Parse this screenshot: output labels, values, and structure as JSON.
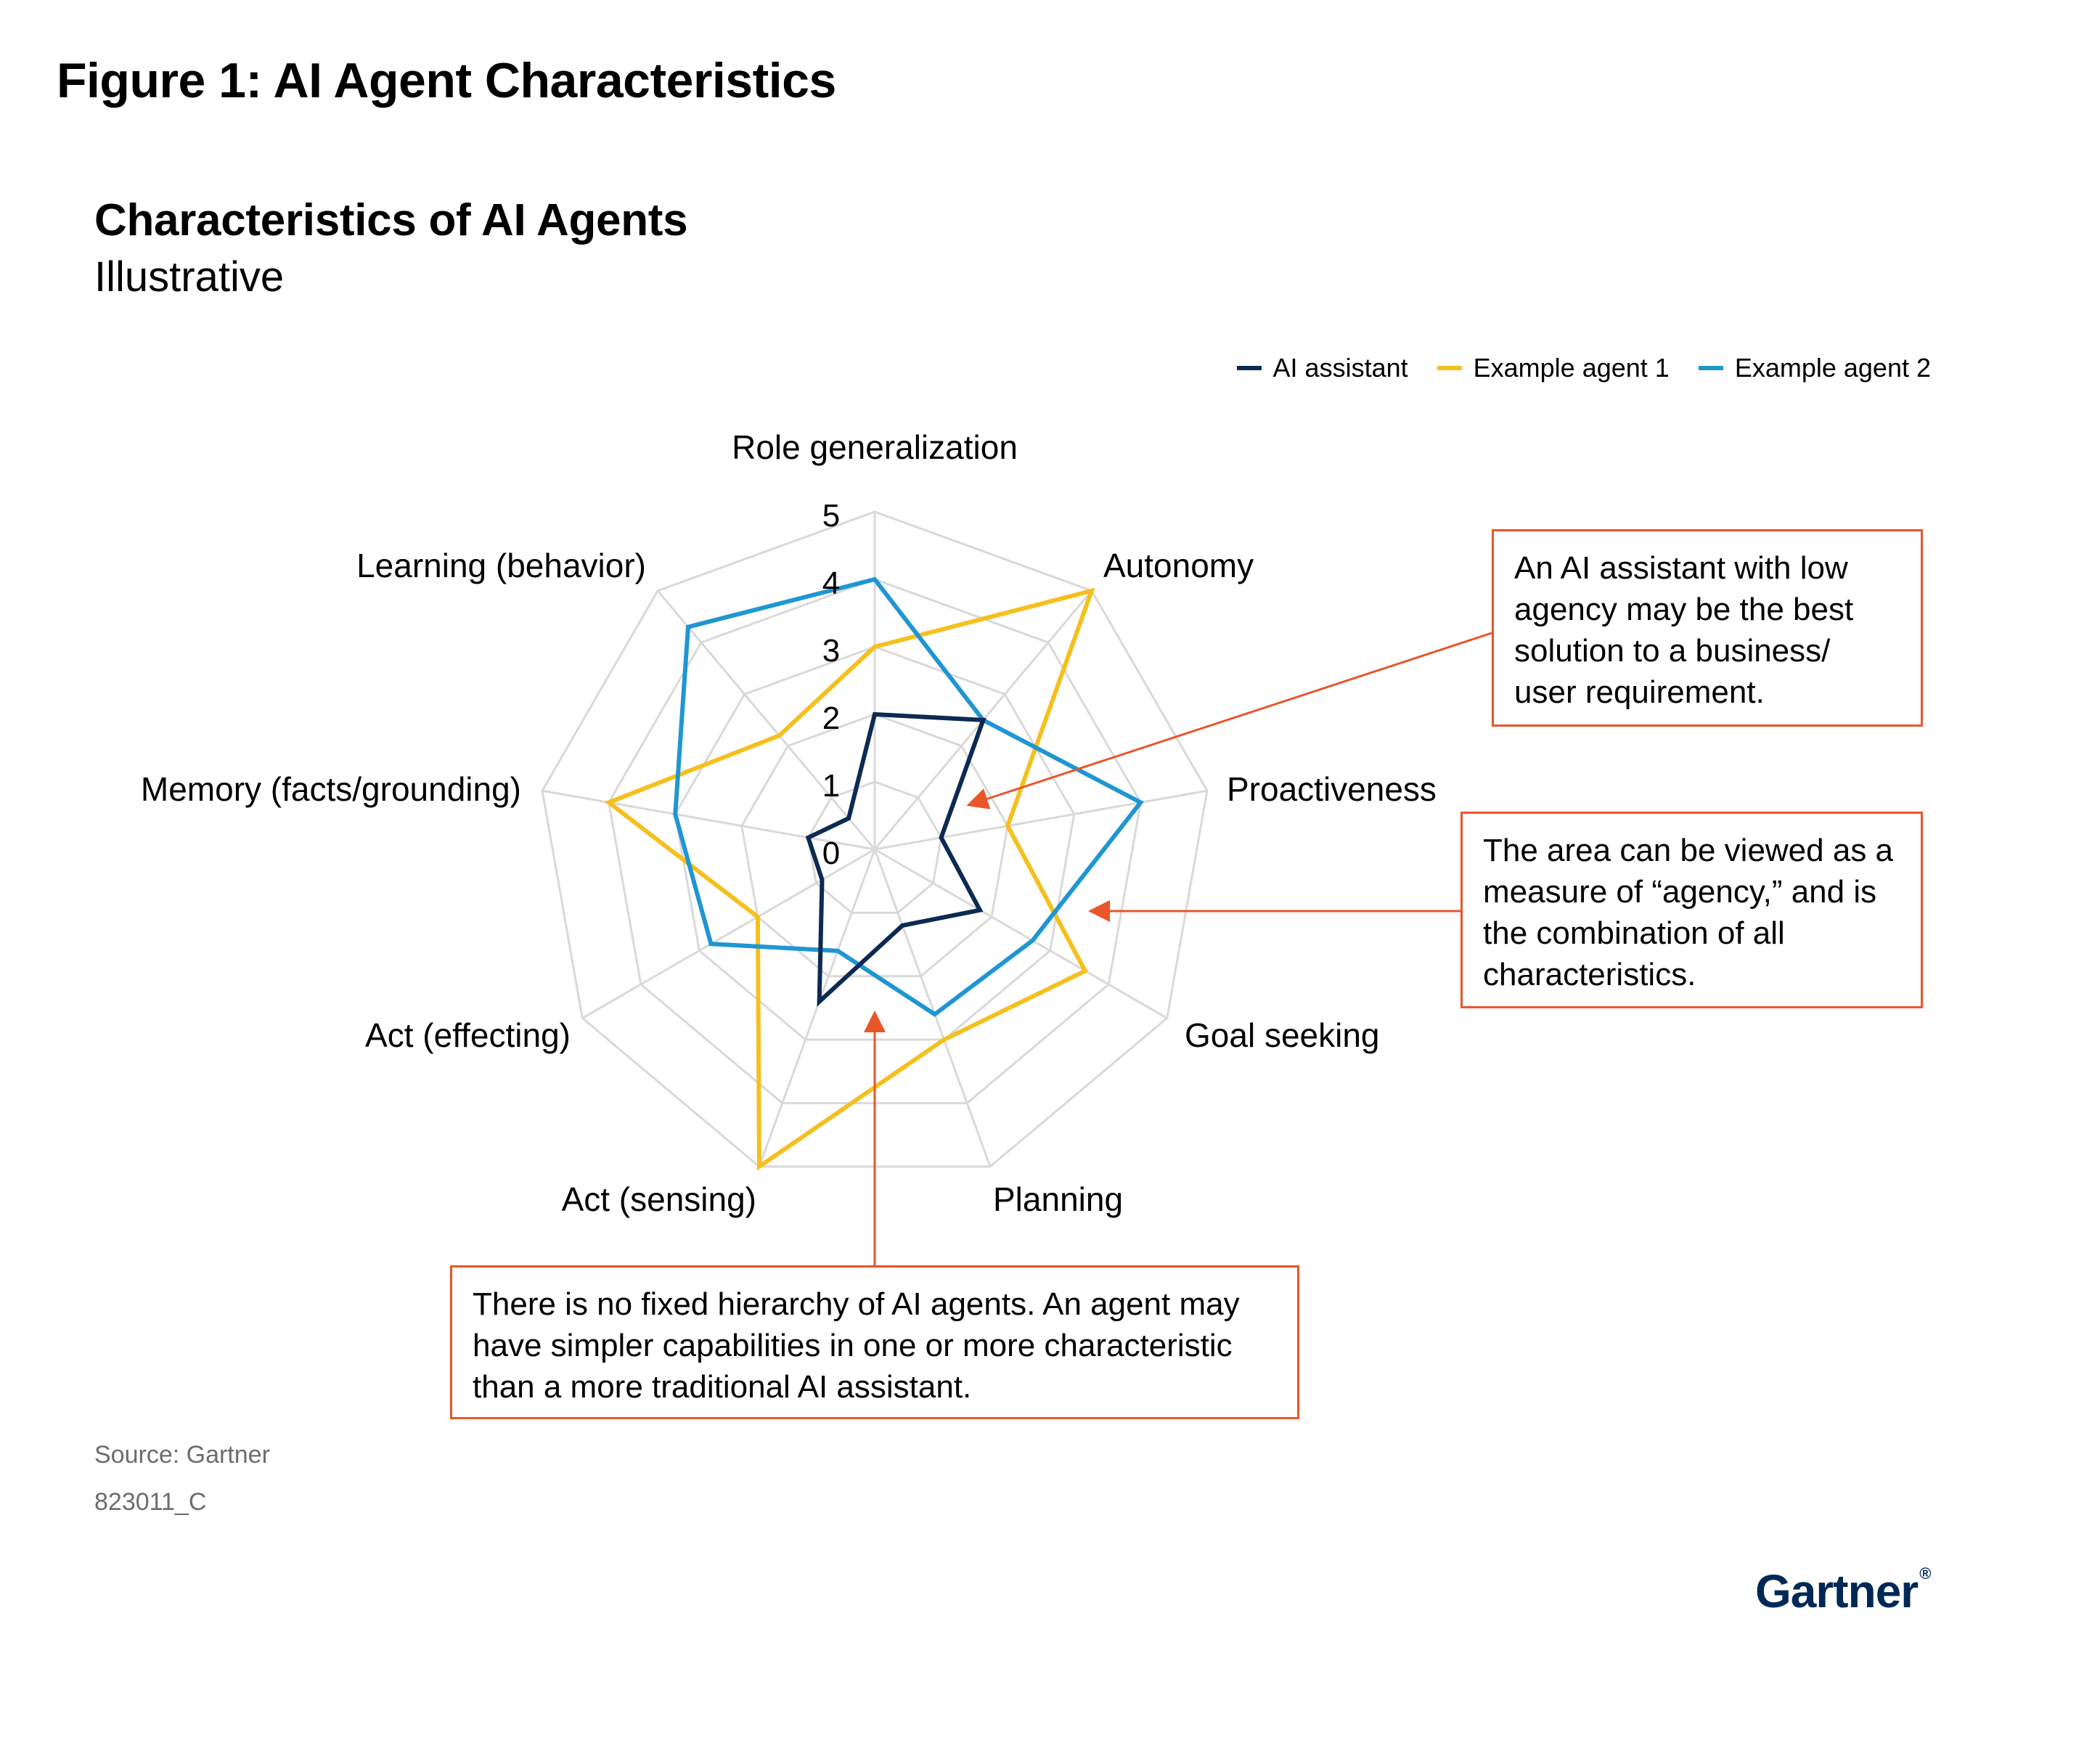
{
  "figure_title": "Figure 1: AI Agent Characteristics",
  "chart_data": {
    "type": "radar",
    "title": "Characteristics of AI Agents",
    "subtitle": "Illustrative",
    "axes": [
      "Role generalization",
      "Autonomy",
      "Proactiveness",
      "Goal seeking",
      "Planning",
      "Act (sensing)",
      "Act (effecting)",
      "Memory (facts/grounding)",
      "Learning (behavior)"
    ],
    "range": [
      0,
      5
    ],
    "ticks": [
      0,
      1,
      2,
      3,
      4,
      5
    ],
    "grid": true,
    "legend_position": "top-right",
    "series": [
      {
        "name": "AI assistant",
        "color": "#0c2a52",
        "values": [
          2.0,
          2.5,
          1.0,
          1.8,
          1.2,
          2.4,
          0.9,
          1.0,
          0.6
        ]
      },
      {
        "name": "Example agent 1",
        "color": "#f5c01e",
        "values": [
          3.0,
          5.0,
          2.0,
          3.6,
          3.0,
          5.0,
          2.0,
          4.0,
          2.2
        ]
      },
      {
        "name": "Example agent 2",
        "color": "#1f96d3",
        "values": [
          4.0,
          2.5,
          4.0,
          2.7,
          2.6,
          1.6,
          2.8,
          3.0,
          4.3
        ]
      }
    ]
  },
  "callouts": {
    "autonomy": "An AI assistant with low agency may be the best solution to a business/ user requirement.",
    "area": "The area can be viewed as a measure of “agency,” and is the combination of all characteristics.",
    "hierarchy": "There is no fixed hierarchy of AI agents. An agent may have simpler capabilities in one or more characteristic than a more traditional AI assistant."
  },
  "colors": {
    "grid": "#d9d9d9",
    "callout": "#e8562a",
    "brand": "#002856"
  },
  "source": "Source: Gartner",
  "figure_code": "823011_C",
  "logo": "Gartner"
}
